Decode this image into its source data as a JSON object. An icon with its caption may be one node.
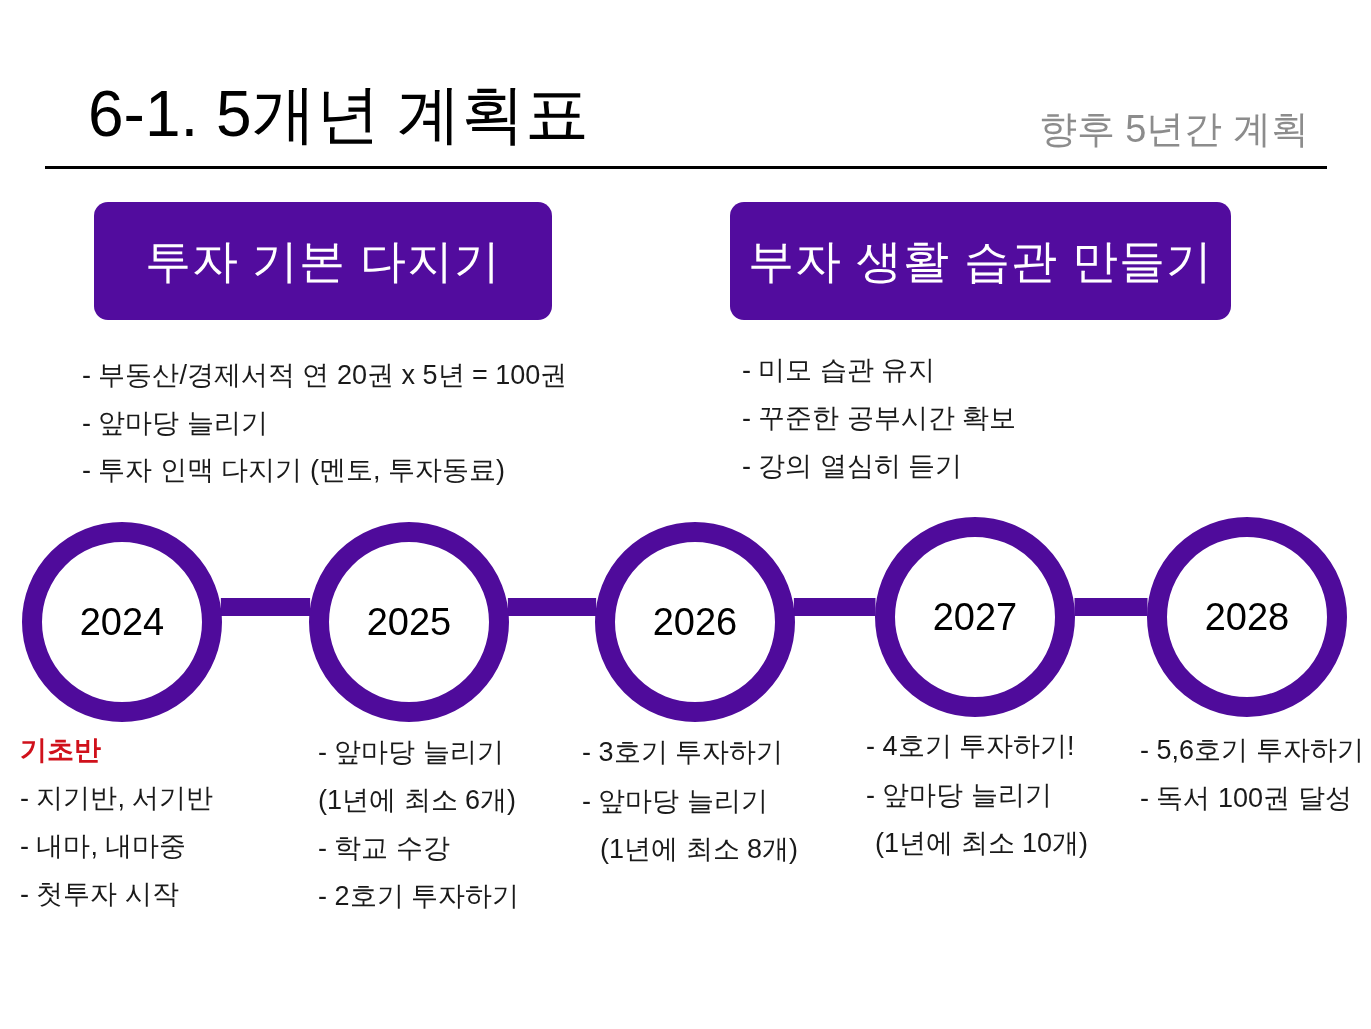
{
  "diagram": {
    "title": "6-1. 5개년 계획표",
    "nodes": [
      {
        "text": [
          "투자 기본 다지기"
        ],
        "beside": [
          "- 부동산/경제서적 연 20권 x 5년 = 100권",
          "- 앞마당 늘리기",
          "- 투자 인맥 다지기 (멘토, 투자동료)"
        ]
      },
      {
        "text": [
          "부자 생활 습관 만들기"
        ],
        "beside": [
          "- 미모 습관 유지",
          "- 꾸준한 공부시간 확보",
          "- 강의 열심히 듣기"
        ]
      },
      {
        "text": [
          "2024"
        ],
        "beside": [
          "기초반",
          "- 지기반, 서기반",
          "- 내마, 내마중",
          "- 첫투자 시작"
        ]
      },
      {
        "text": [
          "2025"
        ],
        "beside": [
          "- 앞마당 늘리기",
          "(1년에 최소 6개)",
          "- 학교 수강",
          "- 2호기 투자하기"
        ]
      },
      {
        "text": [
          "2026"
        ],
        "beside": [
          "- 3호기 투자하기",
          "- 앞마당 늘리기",
          "(1년에 최소 8개)"
        ]
      },
      {
        "text": [
          "2027"
        ],
        "beside": [
          "- 4호기 투자하기!",
          "- 앞마당 늘리기",
          "(1년에 최소 10개)"
        ]
      },
      {
        "text": [
          "2028"
        ],
        "beside": [
          "- 5,6호기 투자하기",
          "- 독서 100권 달성"
        ]
      }
    ],
    "edges": [
      {
        "from": 2,
        "to": 3,
        "arrow": "none"
      },
      {
        "from": 3,
        "to": 4,
        "arrow": "none"
      },
      {
        "from": 4,
        "to": 5,
        "arrow": "none"
      },
      {
        "from": 5,
        "to": 6,
        "arrow": "none"
      }
    ],
    "labels": [
      "향후 5년간 계획"
    ]
  }
}
